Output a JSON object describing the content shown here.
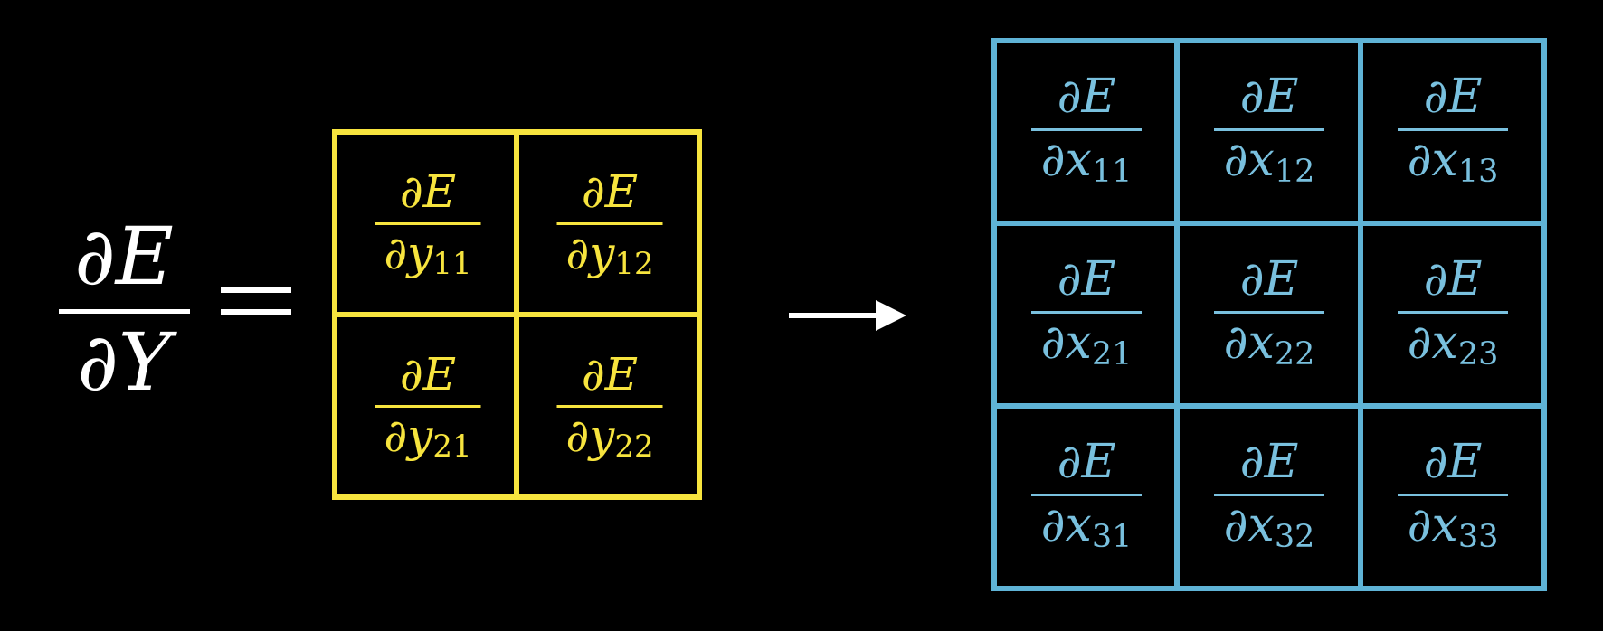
{
  "lhs": {
    "numerator": "∂E",
    "denominator": "∂Y"
  },
  "equals_sign": "=",
  "output_gradient_matrix": {
    "color": "#f7e43e",
    "rows": [
      [
        {
          "num": "∂E",
          "den": "∂y",
          "sub": "11"
        },
        {
          "num": "∂E",
          "den": "∂y",
          "sub": "12"
        }
      ],
      [
        {
          "num": "∂E",
          "den": "∂y",
          "sub": "21"
        },
        {
          "num": "∂E",
          "den": "∂y",
          "sub": "22"
        }
      ]
    ]
  },
  "arrow_icon": "right-arrow-icon",
  "input_gradient_matrix": {
    "color": "#5fb3d6",
    "rows": [
      [
        {
          "num": "∂E",
          "den": "∂x",
          "sub": "11"
        },
        {
          "num": "∂E",
          "den": "∂x",
          "sub": "12"
        },
        {
          "num": "∂E",
          "den": "∂x",
          "sub": "13"
        }
      ],
      [
        {
          "num": "∂E",
          "den": "∂x",
          "sub": "21"
        },
        {
          "num": "∂E",
          "den": "∂x",
          "sub": "22"
        },
        {
          "num": "∂E",
          "den": "∂x",
          "sub": "23"
        }
      ],
      [
        {
          "num": "∂E",
          "den": "∂x",
          "sub": "31"
        },
        {
          "num": "∂E",
          "den": "∂x",
          "sub": "32"
        },
        {
          "num": "∂E",
          "den": "∂x",
          "sub": "33"
        }
      ]
    ]
  }
}
